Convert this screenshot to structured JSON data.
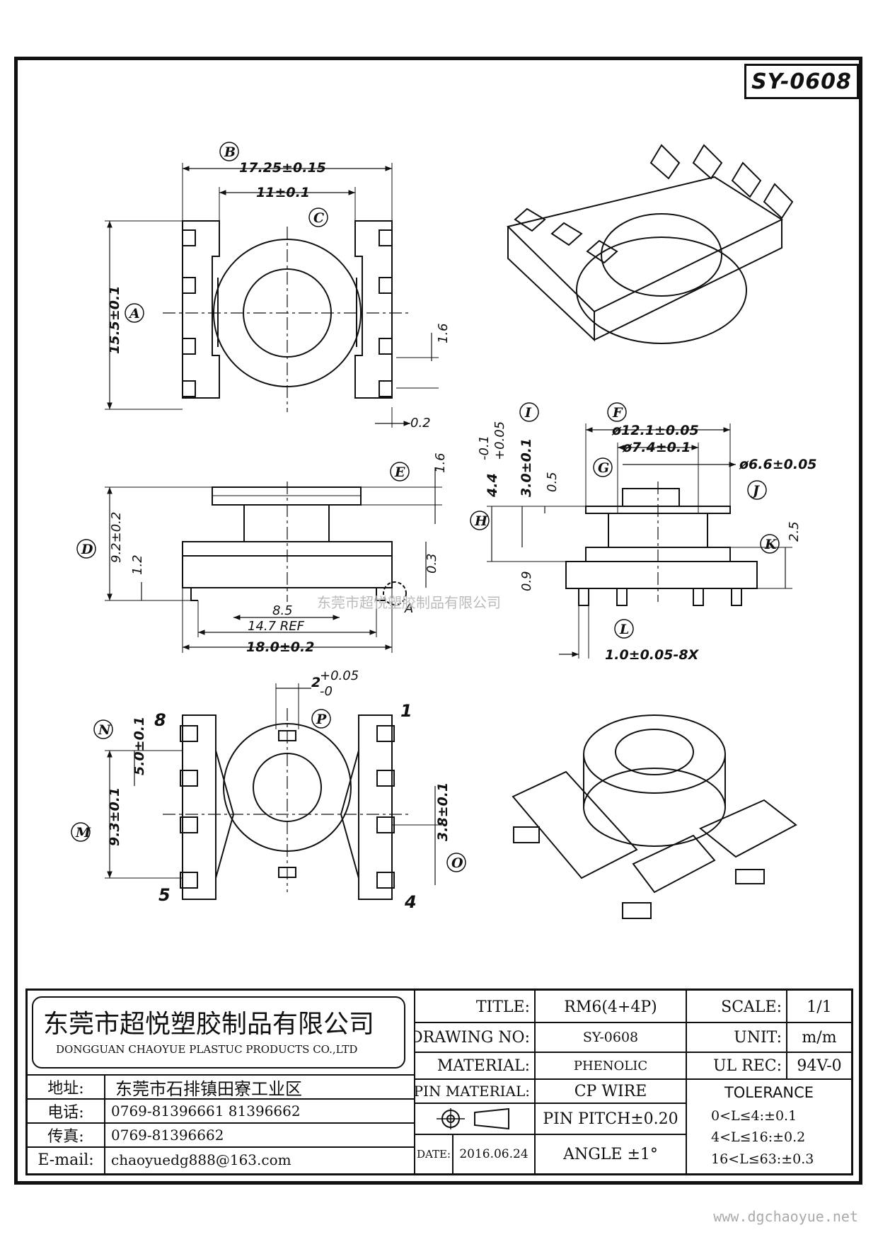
{
  "drawing_number_label": "SY-0608",
  "watermark_center": "东莞市超悦塑胶制品有限公司",
  "watermark_url": "www.dgchaoyue.net",
  "views": {
    "top_view": {
      "dims": {
        "width_overall": "17.25±0.15",
        "width_inner": "11±0.1",
        "height": "15.5±0.1",
        "slot": "1.6",
        "offset": "0.2"
      },
      "labels": {
        "B": "B",
        "C": "C",
        "A": "A"
      }
    },
    "front_view": {
      "dims": {
        "height": "9.2±0.2",
        "flange": "1.6",
        "pin_h": "1.2",
        "gap": "0.3",
        "pitch": "8.5",
        "ref": "14.7 REF",
        "overall": "18.0±0.2",
        "detail": "A"
      },
      "labels": {
        "D": "D",
        "E": "E"
      }
    },
    "side_view": {
      "dims": {
        "outer_dia": "ø12.1±0.05",
        "core_dia": "ø7.4±0.1",
        "hole_dia": "ø6.6±0.05",
        "i_main": "4.4",
        "i_plus": "+0.05",
        "i_minus": "-0.1",
        "h3": "3.0±0.1",
        "h05": "0.5",
        "k": "2.5",
        "h09": "0.9",
        "pin_w": "1.0±0.05-8X"
      },
      "labels": {
        "I": "I",
        "F": "F",
        "G": "G",
        "J": "J",
        "H": "H",
        "K": "K",
        "L": "L"
      }
    },
    "bottom_view": {
      "dims": {
        "slot_w": "2",
        "slot_plus": "+0.05",
        "slot_minus": "-0",
        "n": "5.0±0.1",
        "m": "9.3±0.1",
        "o": "3.8±0.1"
      },
      "labels": {
        "N": "N",
        "P": "P",
        "M": "M",
        "O": "O"
      },
      "pins": {
        "p8": "8",
        "p1": "1",
        "p5": "5",
        "p4": "4"
      }
    }
  },
  "title_block": {
    "company_cn": "东莞市超悦塑胶制品有限公司",
    "company_en": "DONGGUAN CHAOYUE PLASTUC PRODUCTS CO.,LTD",
    "address_label": "地址:",
    "address_value": "东莞市石排镇田寮工业区",
    "phone_label": "电话:",
    "phone_value": "0769-81396661   81396662",
    "fax_label": "传真:",
    "fax_value": "0769-81396662",
    "email_label": "E-mail:",
    "email_value": "chaoyuedg888@163.com",
    "title_label": "TITLE:",
    "title_value": "RM6(4+4P)",
    "drawing_no_label": "DRAWING NO:",
    "drawing_no_value": "SY-0608",
    "material_label": "MATERIAL:",
    "material_value": "PHENOLIC",
    "pin_material_label": "PIN MATERIAL:",
    "pin_material_value": "CP WIRE",
    "pin_pitch": "PIN PITCH±0.20",
    "angle": "ANGLE  ±1°",
    "date_label": "DATE:",
    "date_value": "2016.06.24",
    "scale_label": "SCALE:",
    "scale_value": "1/1",
    "unit_label": "UNIT:",
    "unit_value": "m/m",
    "ul_label": "UL REC:",
    "ul_value": "94V-0",
    "tolerance_label": "TOLERANCE",
    "tol1": "0<L≤4:±0.1",
    "tol2": "4<L≤16:±0.2",
    "tol3": "16<L≤63:±0.3"
  }
}
